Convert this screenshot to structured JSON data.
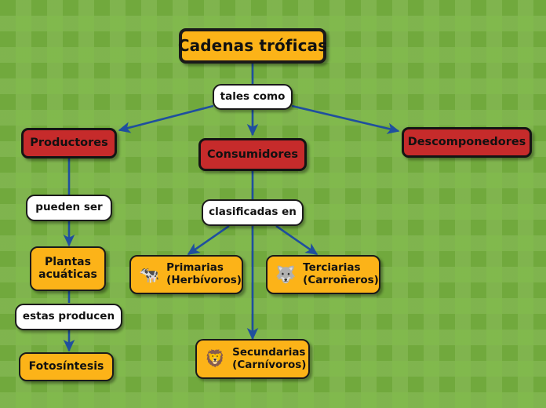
{
  "diagram": {
    "title": "Cadenas tróficas",
    "background_color": "#79b541",
    "colors": {
      "title_fill": "#fcb318",
      "category_fill": "#c62b2b",
      "concept_fill": "#fcb318",
      "link_fill": "#ffffff",
      "border": "#1a1a1a",
      "arrow": "#1f4f9e",
      "text": "#111111"
    }
  },
  "nodes": {
    "root": {
      "label": "Cadenas tróficas",
      "kind": "title"
    },
    "link_tales_como": {
      "label": "tales como",
      "kind": "link"
    },
    "productores": {
      "label": "Productores",
      "kind": "category"
    },
    "consumidores": {
      "label": "Consumidores",
      "kind": "category"
    },
    "descomponedores": {
      "label": "Descomponedores",
      "kind": "category"
    },
    "link_pueden_ser": {
      "label": "pueden ser",
      "kind": "link"
    },
    "plantas_acuaticas": {
      "label": "Plantas\nacuáticas",
      "kind": "concept"
    },
    "link_estas_producen": {
      "label": "estas producen",
      "kind": "link"
    },
    "fotosintesis": {
      "label": "Fotosíntesis",
      "kind": "concept"
    },
    "link_clasificadas_en": {
      "label": "clasificadas en",
      "kind": "link"
    },
    "primarias": {
      "label": "Primarias\n(Herbívoros)",
      "kind": "concept",
      "icon": "cow-emoji",
      "glyph": "🐄"
    },
    "terciarias": {
      "label": "Terciarias\n(Carroñeros)",
      "kind": "concept",
      "icon": "wolf-emoji",
      "glyph": "🐺"
    },
    "secundarias": {
      "label": "Secundarias\n(Carnívoros)",
      "kind": "concept",
      "icon": "lion-emoji",
      "glyph": "🦁"
    }
  },
  "edges": [
    {
      "from": "root",
      "to": "link_tales_como",
      "arrow": false
    },
    {
      "from": "link_tales_como",
      "to": "productores",
      "arrow": true
    },
    {
      "from": "link_tales_como",
      "to": "consumidores",
      "arrow": true
    },
    {
      "from": "link_tales_como",
      "to": "descomponedores",
      "arrow": true
    },
    {
      "from": "productores",
      "to": "link_pueden_ser",
      "arrow": false
    },
    {
      "from": "link_pueden_ser",
      "to": "plantas_acuaticas",
      "arrow": true
    },
    {
      "from": "plantas_acuaticas",
      "to": "link_estas_producen",
      "arrow": false
    },
    {
      "from": "link_estas_producen",
      "to": "fotosintesis",
      "arrow": true
    },
    {
      "from": "consumidores",
      "to": "link_clasificadas_en",
      "arrow": false
    },
    {
      "from": "link_clasificadas_en",
      "to": "primarias",
      "arrow": true
    },
    {
      "from": "link_clasificadas_en",
      "to": "terciarias",
      "arrow": true
    },
    {
      "from": "link_clasificadas_en",
      "to": "secundarias",
      "arrow": true
    }
  ]
}
